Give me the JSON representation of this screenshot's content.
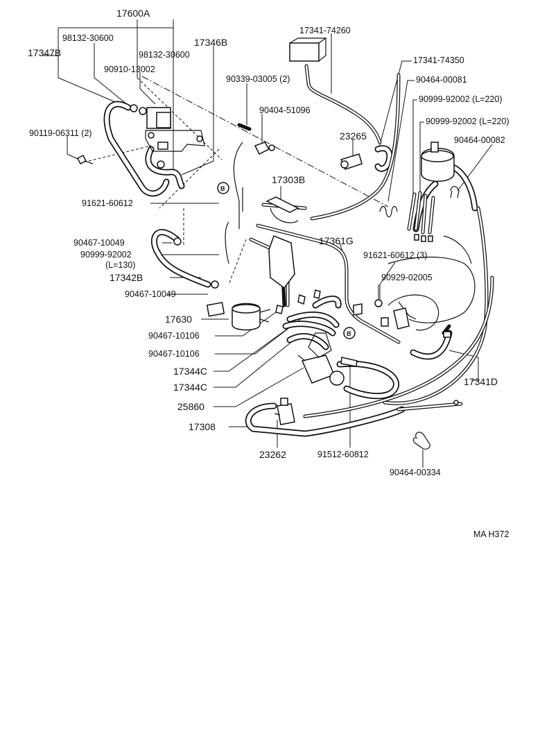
{
  "labels": {
    "p17600A": "17600A",
    "p98132_1": "98132-30600",
    "p17346B": "17346B",
    "p17347B": "17347B",
    "p98132_2": "98132-30600",
    "p90910": "90910-13002",
    "p90339": "90339-03005 (2)",
    "p90404": "90404-51096",
    "p90119": "90119-06311 (2)",
    "p23265": "23265",
    "p17341_74260": "17341-74260",
    "p17341_74350": "17341-74350",
    "p90464_00081": "90464-00081",
    "p90999_a": "90999-92002 (L=220)",
    "p90999_b": "90999-92002 (L=220)",
    "p90464_00082": "90464-00082",
    "p17303B": "17303B",
    "p91621_a": "91621-60612",
    "p90467_10049a": "90467-10049",
    "p90999_c": "90999-92002",
    "p90999_c_len": "(L=130)",
    "p17342B": "17342B",
    "p90467_10049b": "90467-10049",
    "p17361G": "17361G",
    "p91621_b": "91621-60612 (3)",
    "p90929": "90929-02005",
    "p17630": "17630",
    "p90467_10106a": "90467-10106",
    "p90467_10106b": "90467-10106",
    "p17344C_a": "17344C",
    "p17344C_b": "17344C",
    "p25860": "25860",
    "p17341D": "17341D",
    "p17308": "17308",
    "p23262": "23262",
    "p91512": "91512-60812",
    "p90464_00334": "90464-00334",
    "ref_code": "MA H372",
    "marker_b": "B"
  }
}
